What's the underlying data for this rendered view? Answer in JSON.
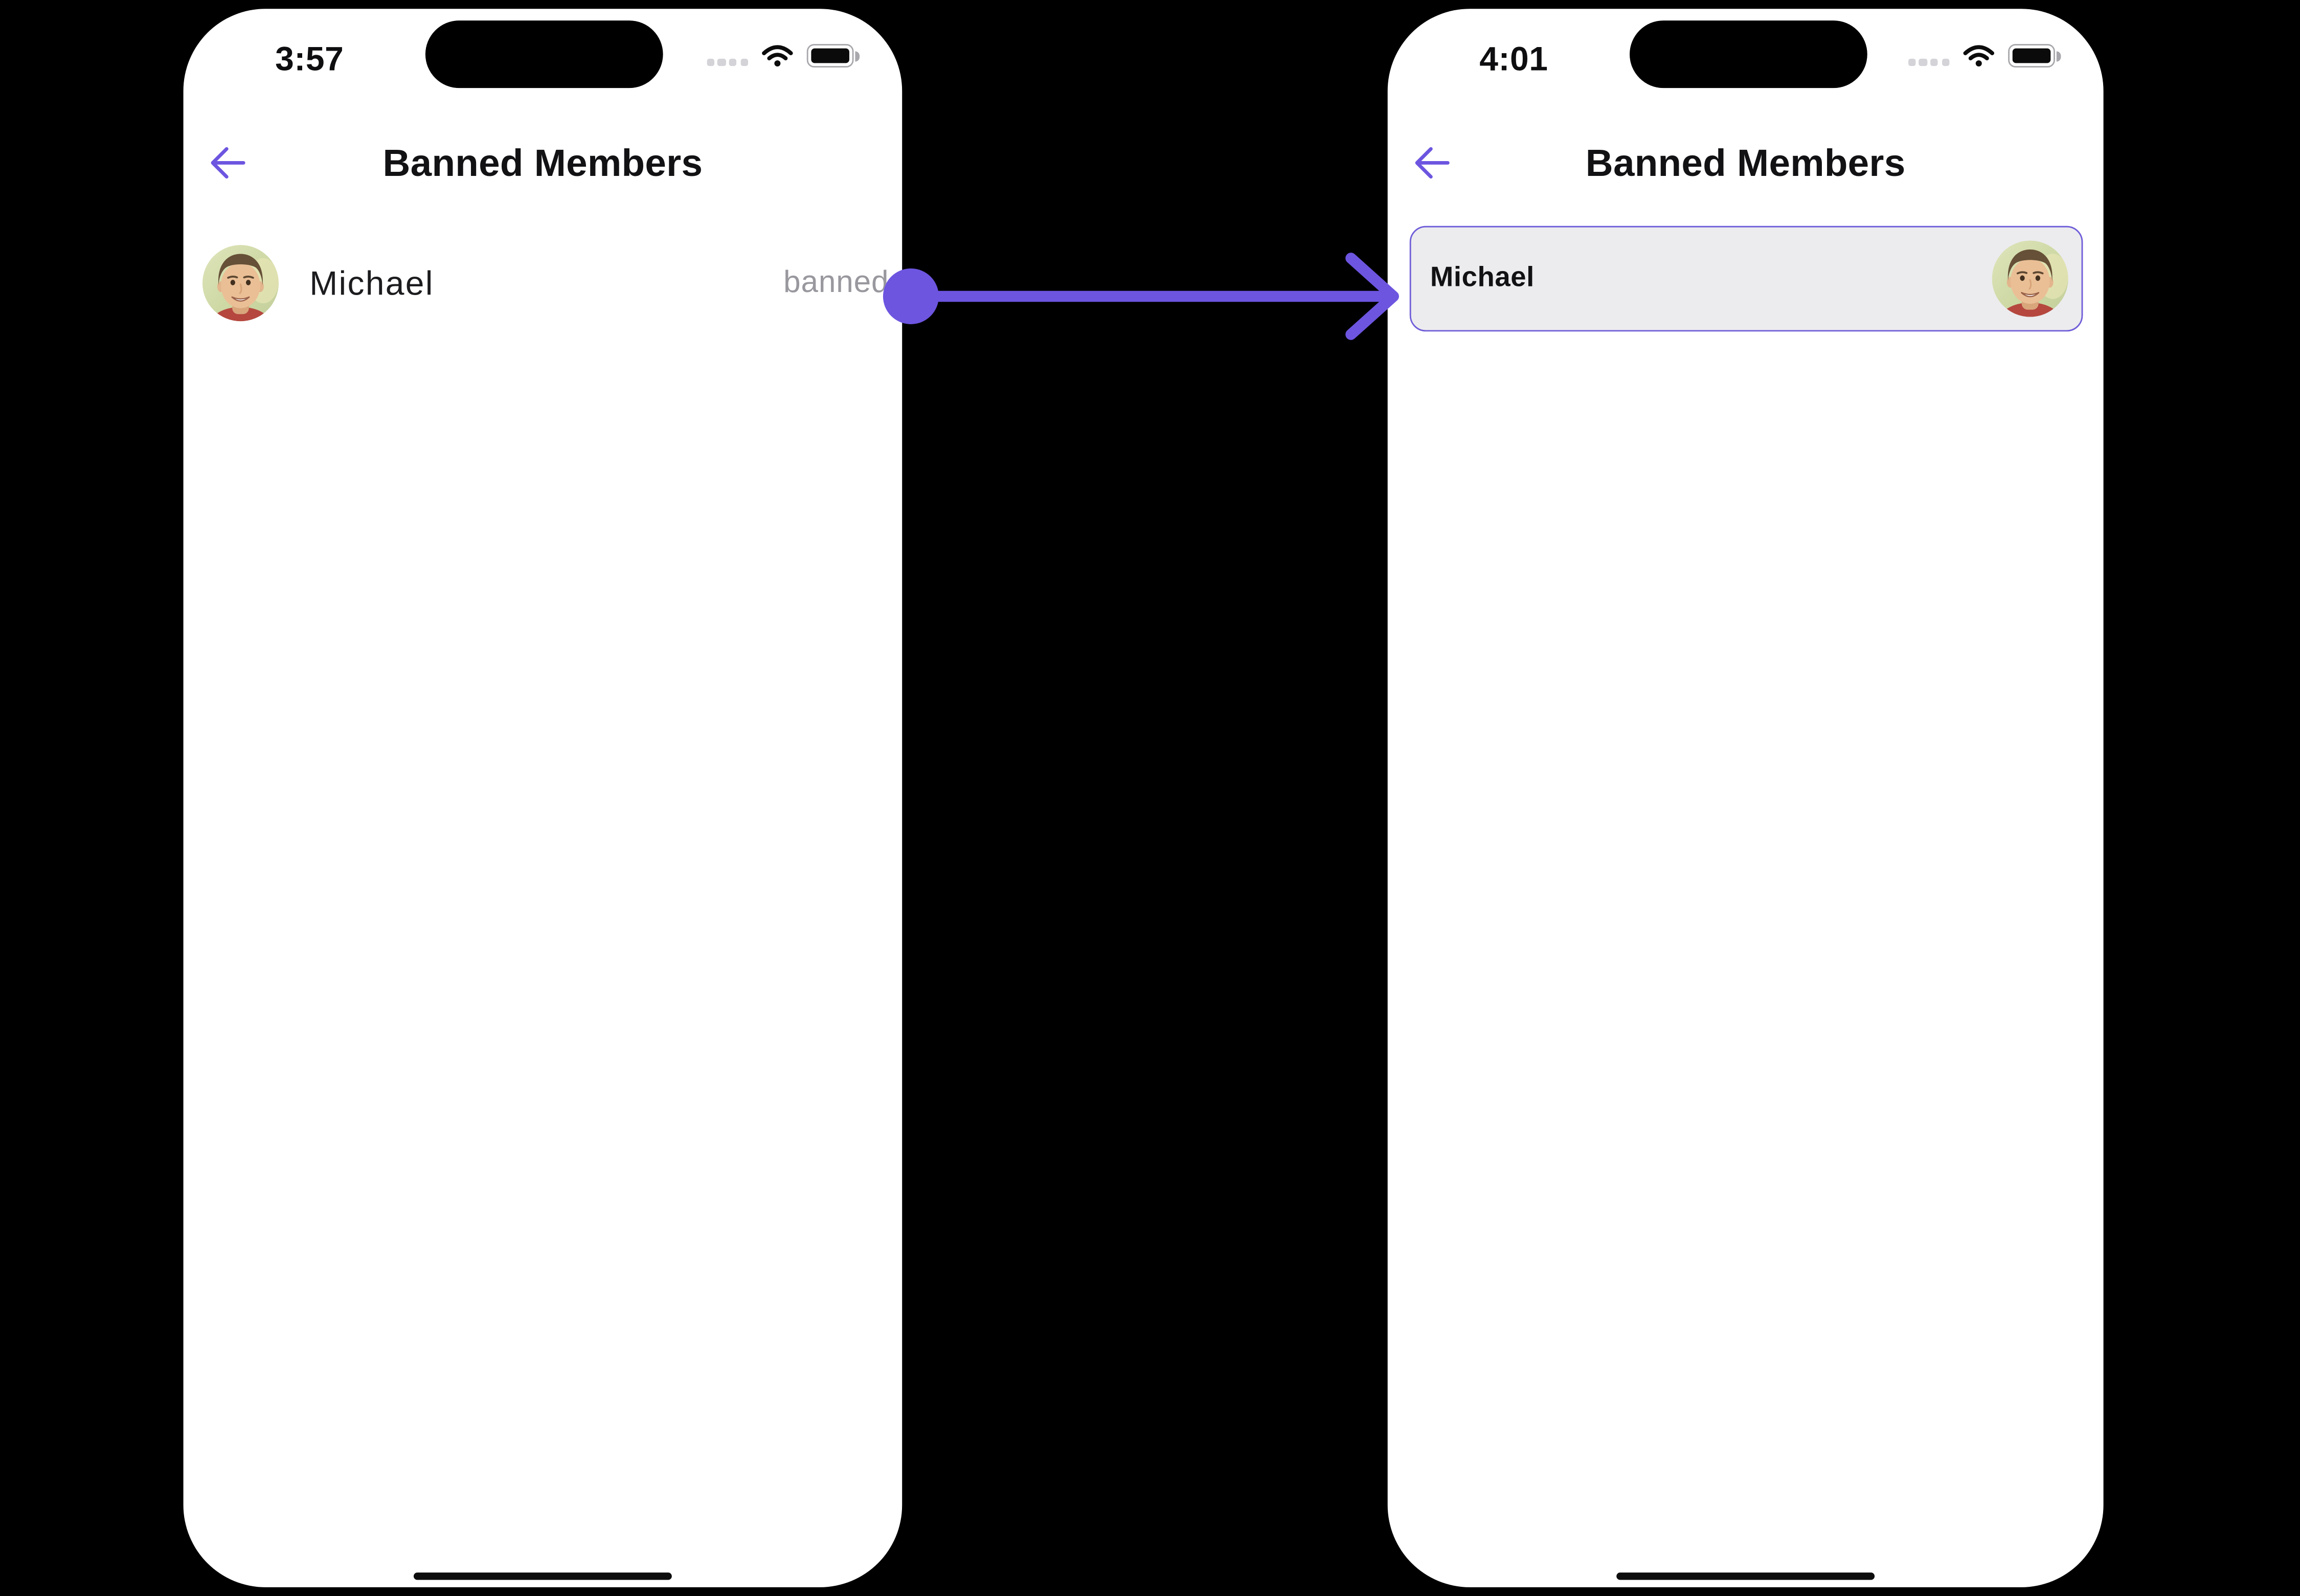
{
  "colors": {
    "canvas_bg": "#000000",
    "phone_bg": "#ffffff",
    "accent": "#6d55e0",
    "card_border": "#6f5ed9",
    "card_bg": "#ececee",
    "text_primary": "#131316",
    "muted_text": "#98989e",
    "status_dot": "#d3d3d8",
    "battery_outline": "#a8a8ad",
    "island": "#000000"
  },
  "annotation": {
    "icon": "transition-arrow-icon",
    "direction": "left-to-right"
  },
  "left_phone": {
    "status_bar": {
      "time": "3:57",
      "cellular_icon": "cellular-dots-icon",
      "wifi_icon": "wifi-icon",
      "battery_icon": "battery-icon"
    },
    "header": {
      "back_icon": "arrow-left-icon",
      "title": "Banned Members"
    },
    "member": {
      "avatar_icon": "person-avatar",
      "name": "Michael",
      "status": "banned"
    }
  },
  "right_phone": {
    "status_bar": {
      "time": "4:01",
      "cellular_icon": "cellular-dots-icon",
      "wifi_icon": "wifi-icon",
      "battery_icon": "battery-icon"
    },
    "header": {
      "back_icon": "arrow-left-icon",
      "title": "Banned Members"
    },
    "member": {
      "avatar_icon": "person-avatar",
      "name": "Michael"
    }
  }
}
